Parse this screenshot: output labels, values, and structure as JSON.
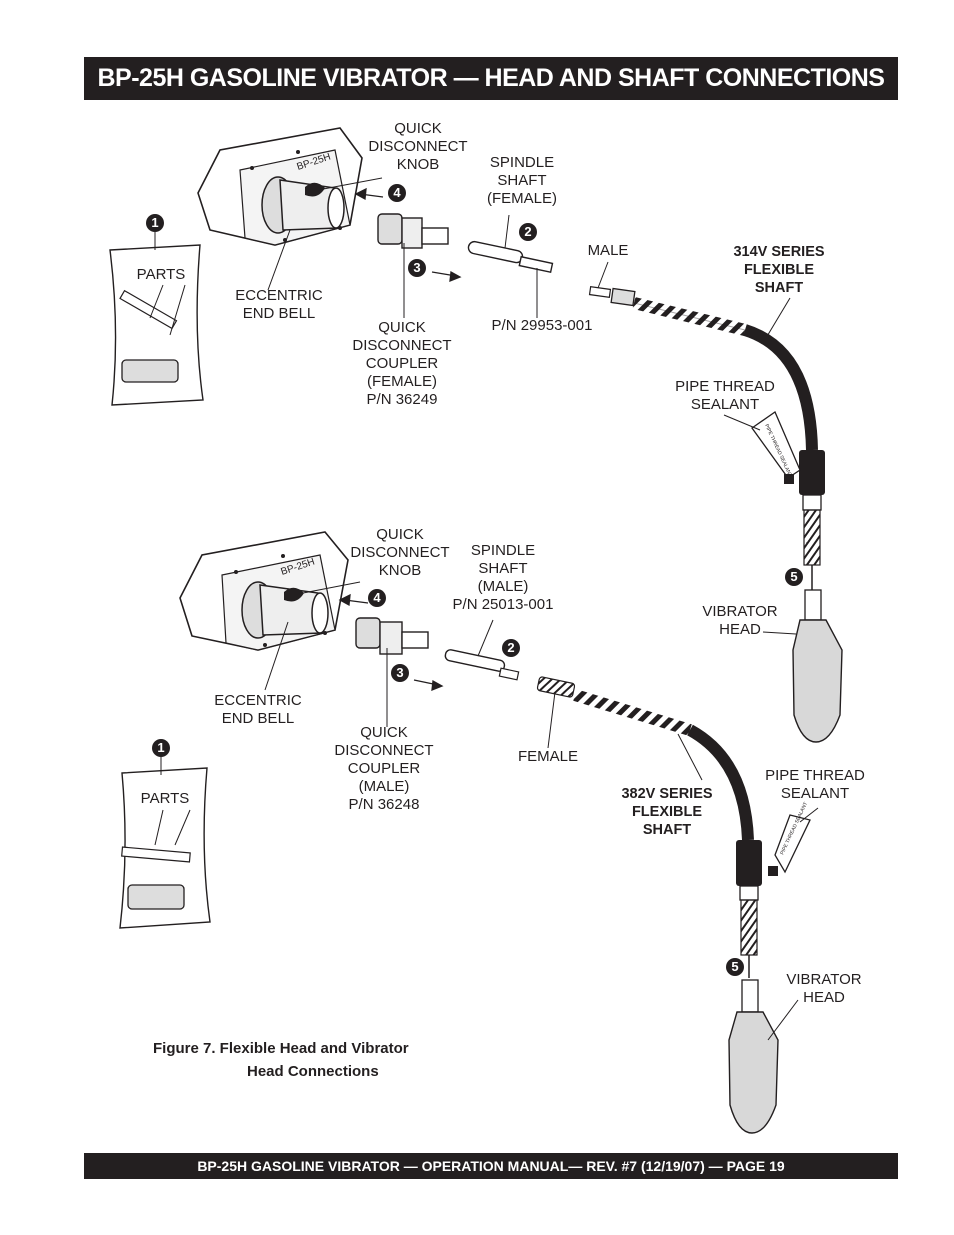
{
  "header": {
    "title": "BP-25H GASOLINE VIBRATOR —  HEAD AND  SHAFT CONNECTIONS"
  },
  "footer": {
    "text": "BP-25H GASOLINE VIBRATOR — OPERATION MANUAL— REV. #7  (12/19/07) — PAGE 19"
  },
  "top": {
    "engine_label": "BP-25H",
    "quick_disconnect_knob": "QUICK\nDISCONNECT\nKNOB",
    "spindle_shaft": "SPINDLE\nSHAFT\n(FEMALE)",
    "male": "MALE",
    "series": "314V SERIES\nFLEXIBLE\nSHAFT",
    "parts": "PARTS",
    "eccentric_end_bell": "ECCENTRIC\nEND BELL",
    "coupler": "QUICK\nDISCONNECT\nCOUPLER\n(FEMALE)\nP/N 36249",
    "spindle_pn": "P/N 29953-001",
    "pipe_thread_sealant": "PIPE THREAD\nSEALANT",
    "tube_text": "PIPE THREAD SEALANT",
    "vibrator_head": "VIBRATOR\nHEAD",
    "callouts": {
      "c1": "1",
      "c2": "2",
      "c3": "3",
      "c4": "4",
      "c5": "5"
    }
  },
  "bottom": {
    "engine_label": "BP-25H",
    "quick_disconnect_knob": "QUICK\nDISCONNECT\nKNOB",
    "spindle_shaft": "SPINDLE\nSHAFT\n(MALE)\nP/N 25013-001",
    "eccentric_end_bell": "ECCENTRIC\nEND BELL",
    "coupler": "QUICK\nDISCONNECT\nCOUPLER\n(MALE)\nP/N 36248",
    "female": "FEMALE",
    "parts": "PARTS",
    "series": "382V SERIES\nFLEXIBLE\nSHAFT",
    "pipe_thread_sealant": "PIPE THREAD\nSEALANT",
    "tube_text": "PIPE THREAD SEALANT",
    "vibrator_head": "VIBRATOR\nHEAD",
    "callouts": {
      "c1": "1",
      "c2": "2",
      "c3": "3",
      "c4": "4",
      "c5": "5"
    }
  },
  "caption": {
    "line1": "Figure 7. Flexible Head and Vibrator",
    "line2": "Head Connections"
  }
}
